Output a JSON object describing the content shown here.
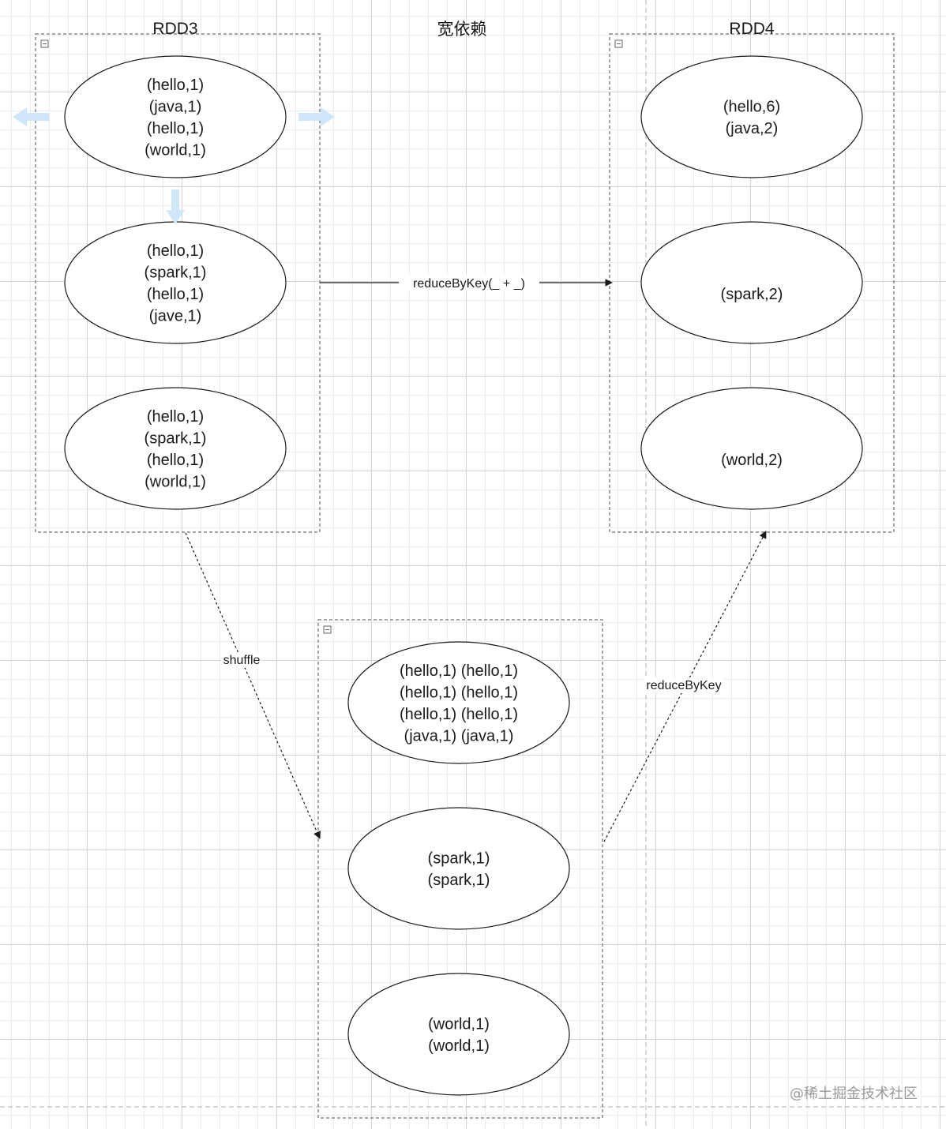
{
  "title": "宽依赖",
  "containers": [
    {
      "id": "rdd3",
      "label": "RDD3",
      "nodes": [
        {
          "lines": [
            "(hello,1)",
            "(java,1)",
            "(hello,1)",
            "(world,1)"
          ]
        },
        {
          "lines": [
            "(hello,1)",
            "(spark,1)",
            "(hello,1)",
            "(jave,1)"
          ]
        },
        {
          "lines": [
            "(hello,1)",
            "(spark,1)",
            "(hello,1)",
            "(world,1)"
          ]
        }
      ]
    },
    {
      "id": "rdd4",
      "label": "RDD4",
      "nodes": [
        {
          "lines": [
            "(hello,6)",
            "(java,2)"
          ]
        },
        {
          "lines": [
            "(spark,2)"
          ]
        },
        {
          "lines": [
            "(world,2)"
          ]
        }
      ]
    },
    {
      "id": "shuffle-group",
      "label": "",
      "nodes": [
        {
          "lines": [
            "(hello,1) (hello,1)",
            "(hello,1) (hello,1)",
            "(hello,1) (hello,1)",
            "(java,1) (java,1)"
          ]
        },
        {
          "lines": [
            "(spark,1)",
            "(spark,1)"
          ]
        },
        {
          "lines": [
            "(world,1)",
            "(world,1)"
          ]
        }
      ]
    }
  ],
  "edges": [
    {
      "from": "rdd3",
      "to": "rdd4",
      "label": "reduceByKey(_ + _)",
      "style": "solid"
    },
    {
      "from": "rdd3",
      "to": "shuffle-group",
      "label": "shuffle",
      "style": "dashed"
    },
    {
      "from": "shuffle-group",
      "to": "rdd4",
      "label": "reduceByKey",
      "style": "dashed"
    }
  ],
  "watermark": "@稀土掘金技术社区",
  "colors": {
    "stroke": "#1a1a1a",
    "container_border": "#888888",
    "hint_arrow": "#cfe6fb"
  }
}
